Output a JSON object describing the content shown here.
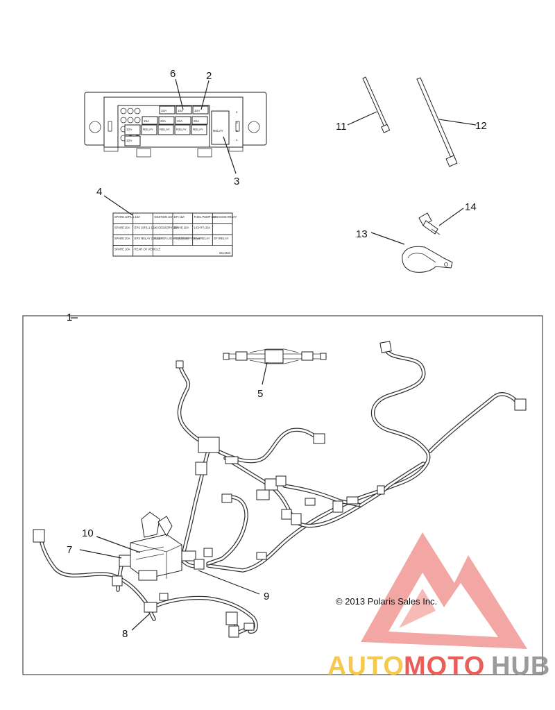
{
  "callouts": {
    "c1": "1",
    "c2": "2",
    "c3": "3",
    "c4": "4",
    "c5": "5",
    "c6": "6",
    "c7": "7",
    "c8": "8",
    "c9": "9",
    "c10": "10",
    "c11": "11",
    "c12": "12",
    "c13": "13",
    "c14": "14"
  },
  "fuse_box": {
    "row1": [
      "10A",
      "15A",
      "10A"
    ],
    "row2": [
      "15A",
      "20A",
      "20A",
      "20A"
    ],
    "row3": [
      "10A",
      "RELAY",
      "RELAY",
      "RELAY",
      "RELAY"
    ],
    "row4": [
      "10A"
    ],
    "side_relay": "RELAY"
  },
  "decal": {
    "cells": [
      "SPARE 10P1,1 10A",
      "",
      "IGNITION 10A",
      "EFI 15A",
      "FUEL PUMP 15A",
      "CHASSIS RELAY",
      "SPARE 20A",
      "EPS 10P1,1 15A",
      "ACCESSORY 20A",
      "DRIVE 20A",
      "LIGHTS 20A",
      "",
      "SPARE 20A",
      "EPS RELAY 10P1,1",
      "DAMPER LIGHTS RELAY",
      "FUEL PUMP RELAY",
      "FAN RELAY",
      "EFI RELAY",
      "SPARE 10A",
      "REAR OF VEHICLE"
    ],
    "part_no": "2414423"
  },
  "copyright": "© 2013 Polaris Sales Inc.",
  "watermark": {
    "auto": "AUTO",
    "moto": "MOTO",
    "hub": "HUB"
  },
  "colors": {
    "wm_red": "#e8413c",
    "wm_yellow": "#f4c02f",
    "wm_gray": "#8a8a8a",
    "line": "#222222"
  }
}
